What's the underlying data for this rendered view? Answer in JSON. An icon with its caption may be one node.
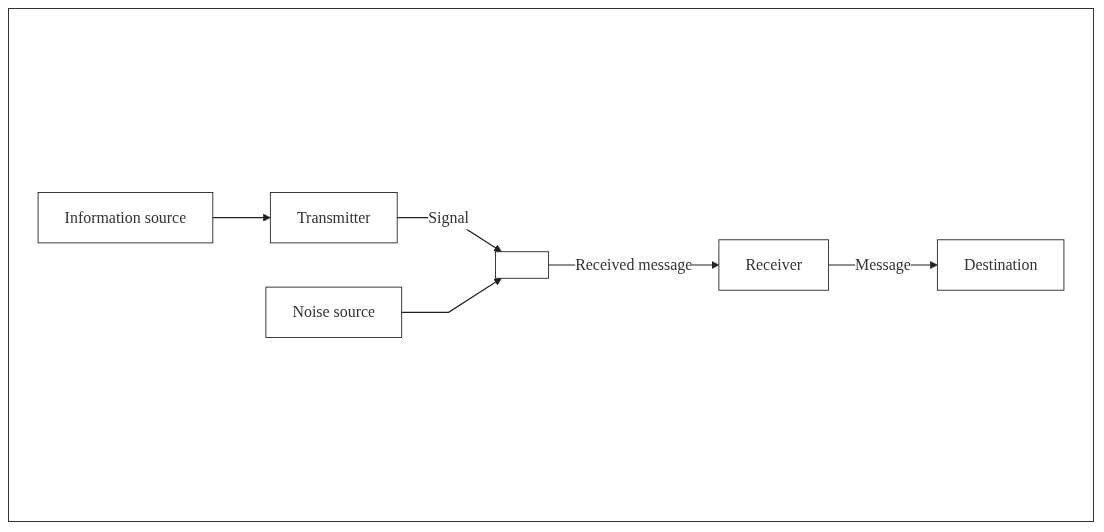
{
  "diagram": {
    "nodes": [
      {
        "text": [
          "Information source"
        ]
      },
      {
        "text": [
          "Transmitter"
        ]
      },
      {
        "text": [],
        "shape": "box"
      },
      {
        "text": [
          "Receiver"
        ]
      },
      {
        "text": [
          "Destination"
        ]
      },
      {
        "text": [
          "Noise source"
        ]
      }
    ],
    "edges": [
      {
        "from": 0,
        "to": 1,
        "arrow": "to"
      },
      {
        "from": 1,
        "to": 2,
        "arrow": "to",
        "label": "Signal"
      },
      {
        "from": 2,
        "to": 3,
        "arrow": "to",
        "label": "Received message"
      },
      {
        "from": 3,
        "to": 4,
        "arrow": "to",
        "label": "Message"
      },
      {
        "from": 5,
        "to": 2,
        "arrow": "to"
      }
    ]
  }
}
